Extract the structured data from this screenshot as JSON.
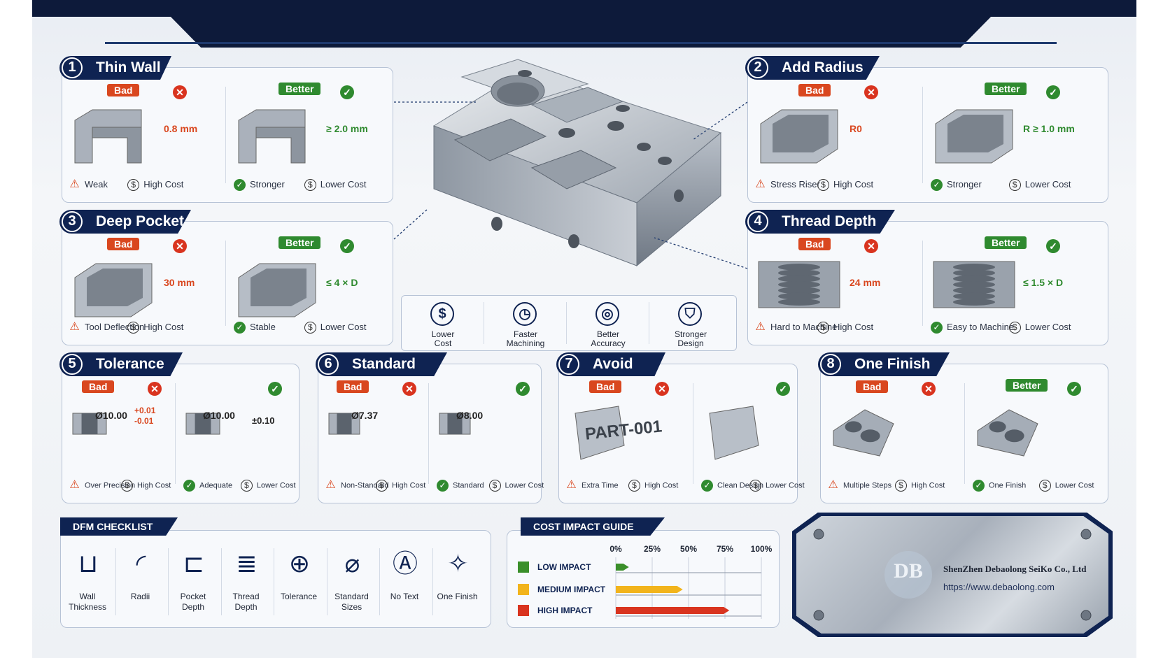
{
  "cards": [
    {
      "n": "1",
      "title": "Thin Wall",
      "bad": "Bad",
      "better": "Better",
      "bad_dim": "0.8 mm",
      "good_dim": "≥ 2.0 mm",
      "bad_caps": [
        "Weak",
        "High Cost"
      ],
      "good_caps": [
        "Stronger",
        "Lower Cost"
      ]
    },
    {
      "n": "2",
      "title": "Add Radius",
      "bad": "Bad",
      "better": "Better",
      "bad_dim": "R0",
      "good_dim": "R ≥ 1.0 mm",
      "bad_caps": [
        "Stress Riser",
        "High Cost"
      ],
      "good_caps": [
        "Stronger",
        "Lower Cost"
      ]
    },
    {
      "n": "3",
      "title": "Deep Pocket",
      "bad": "Bad",
      "better": "Better",
      "bad_dim": "30 mm",
      "good_dim": "≤ 4 × D",
      "bad_caps": [
        "Tool Deflection",
        "High Cost"
      ],
      "good_caps": [
        "Stable",
        "Lower Cost"
      ]
    },
    {
      "n": "4",
      "title": "Thread Depth",
      "bad": "Bad",
      "better": "Better",
      "bad_dim": "24 mm",
      "good_dim": "≤ 1.5 × D",
      "bad_caps": [
        "Hard to Machine",
        "High Cost"
      ],
      "good_caps": [
        "Easy to Machine",
        "Lower Cost"
      ]
    },
    {
      "n": "5",
      "title": "Tolerance",
      "bad": "Bad",
      "bad_dim": "Ø10.00",
      "bad_tol_top": "+0.01",
      "bad_tol_bot": "-0.01",
      "good_dim": "Ø10.00",
      "good_tol": "±0.10",
      "bad_caps": [
        "Over Precision",
        "High Cost"
      ],
      "good_caps": [
        "Adequate",
        "Lower Cost"
      ]
    },
    {
      "n": "6",
      "title": "Standard Hole",
      "bad": "Bad",
      "bad_dim": "Ø7.37",
      "good_dim": "Ø8.00",
      "bad_caps": [
        "Non-Standard",
        "High Cost"
      ],
      "good_caps": [
        "Standard",
        "Lower Cost"
      ]
    },
    {
      "n": "7",
      "title": "Avoid Text",
      "bad": "Bad",
      "engraving": "PART-001",
      "bad_caps": [
        "Extra Time",
        "High Cost"
      ],
      "good_caps": [
        "Clean Design",
        "Lower Cost"
      ]
    },
    {
      "n": "8",
      "title": "One Finish",
      "bad": "Bad",
      "better": "Better",
      "bad_caps": [
        "Multiple Steps",
        "High Cost"
      ],
      "good_caps": [
        "One Finish",
        "Lower Cost"
      ]
    }
  ],
  "benefits": [
    {
      "icon": "dollar-icon",
      "line1": "Lower",
      "line2": "Cost"
    },
    {
      "icon": "clock-icon",
      "line1": "Faster",
      "line2": "Machining"
    },
    {
      "icon": "target-icon",
      "line1": "Better",
      "line2": "Accuracy"
    },
    {
      "icon": "shield-icon",
      "line1": "Stronger",
      "line2": "Design"
    }
  ],
  "checklist": {
    "title": "DFM CHECKLIST",
    "items": [
      {
        "icon": "wall-thickness-icon",
        "line1": "Wall",
        "line2": "Thickness"
      },
      {
        "icon": "radii-icon",
        "line1": "Radii",
        "line2": ""
      },
      {
        "icon": "pocket-depth-icon",
        "line1": "Pocket",
        "line2": "Depth"
      },
      {
        "icon": "thread-depth-icon",
        "line1": "Thread",
        "line2": "Depth"
      },
      {
        "icon": "tolerance-icon",
        "line1": "Tolerance",
        "line2": ""
      },
      {
        "icon": "standard-sizes-icon",
        "line1": "Standard",
        "line2": "Sizes"
      },
      {
        "icon": "no-text-icon",
        "line1": "No Text",
        "line2": ""
      },
      {
        "icon": "one-finish-icon",
        "line1": "One Finish",
        "line2": ""
      }
    ]
  },
  "cost_guide": {
    "title": "COST IMPACT GUIDE",
    "ticks": [
      "0%",
      "25%",
      "50%",
      "75%",
      "100%"
    ],
    "rows": [
      {
        "label": "LOW IMPACT",
        "value": 0.09,
        "color": "#3a8f2a"
      },
      {
        "label": "MEDIUM IMPACT",
        "value": 0.46,
        "color": "#f2b41c"
      },
      {
        "label": "HIGH IMPACT",
        "value": 0.78,
        "color": "#d9341f"
      }
    ]
  },
  "company": {
    "name": "ShenZhen Debaolong SeiKo Co., Ltd",
    "url": "https://www.debaolong.com",
    "logo_text": "DB"
  },
  "colors": {
    "navy": "#0f2352",
    "bad": "#d9471f",
    "good": "#2f8a2f"
  }
}
